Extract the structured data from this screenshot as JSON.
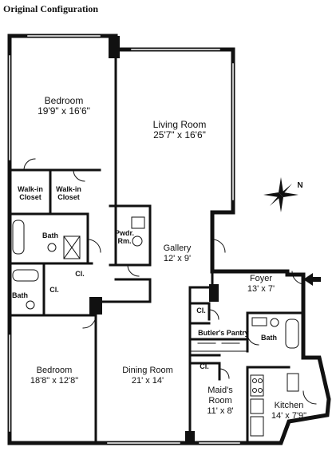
{
  "title": "Original Configuration",
  "rooms": {
    "bedroom1": {
      "name": "Bedroom",
      "dims": "19'9\" x 16'6\""
    },
    "living": {
      "name": "Living Room",
      "dims": "25'7\" x 16'6\""
    },
    "walkin1": {
      "name": "Walk-in",
      "name2": "Closet"
    },
    "walkin2": {
      "name": "Walk-in",
      "name2": "Closet"
    },
    "bath1": {
      "name": "Bath"
    },
    "powder": {
      "name": "Pwdr.",
      "name2": "Rm."
    },
    "gallery": {
      "name": "Gallery",
      "dims": "12' x 9'"
    },
    "closet1": {
      "name": "Cl."
    },
    "closet2": {
      "name": "Cl."
    },
    "bath2": {
      "name": "Bath"
    },
    "foyer": {
      "name": "Foyer",
      "dims": "13' x 7'"
    },
    "closet3": {
      "name": "Cl."
    },
    "butlers": {
      "name": "Butler's Pantry"
    },
    "bath3": {
      "name": "Bath"
    },
    "closet4": {
      "name": "Cl."
    },
    "bedroom2": {
      "name": "Bedroom",
      "dims": "18'8\" x 12'8\""
    },
    "dining": {
      "name": "Dining Room",
      "dims": "21' x 14'"
    },
    "maids": {
      "name": "Maid's",
      "name2": "Room",
      "dims": "11' x 8'"
    },
    "kitchen": {
      "name": "Kitchen",
      "dims": "14' x 7'9\""
    }
  },
  "compass": {
    "north_label": "N"
  },
  "icons": [
    "compass-rose-icon",
    "entry-arrow-icon"
  ]
}
